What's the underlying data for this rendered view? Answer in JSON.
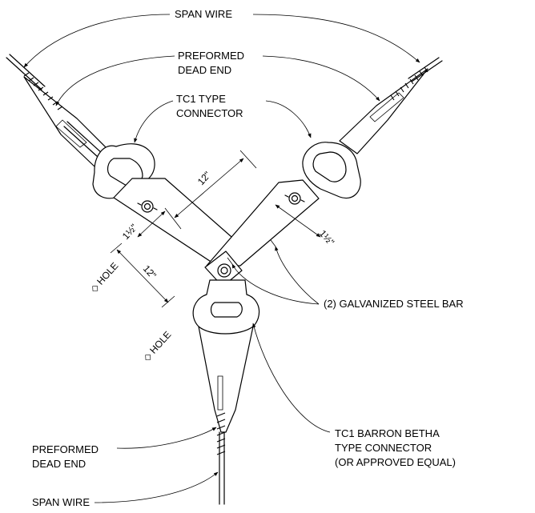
{
  "labels": {
    "span_wire_top": "SPAN WIRE",
    "preformed_top_1": "PREFORMED",
    "preformed_top_2": "DEAD END",
    "tc1_1": "TC1 TYPE",
    "tc1_2": "CONNECTOR",
    "steel_bar": "(2) GALVANIZED STEEL BAR",
    "tc1_barron_1": "TC1 BARRON BETHA",
    "tc1_barron_2": "TYPE CONNECTOR",
    "tc1_barron_3": "(OR APPROVED EQUAL)",
    "preformed_bottom_1": "PREFORMED",
    "preformed_bottom_2": "DEAD END",
    "span_wire_bottom": "SPAN WIRE"
  },
  "dimensions": {
    "top_length": "12\"",
    "left_length": "12\"",
    "width_left": "1½\"",
    "width_right": "1½\"",
    "hole_1": "◇ HOLE",
    "hole_2": "◇ HOLE"
  }
}
